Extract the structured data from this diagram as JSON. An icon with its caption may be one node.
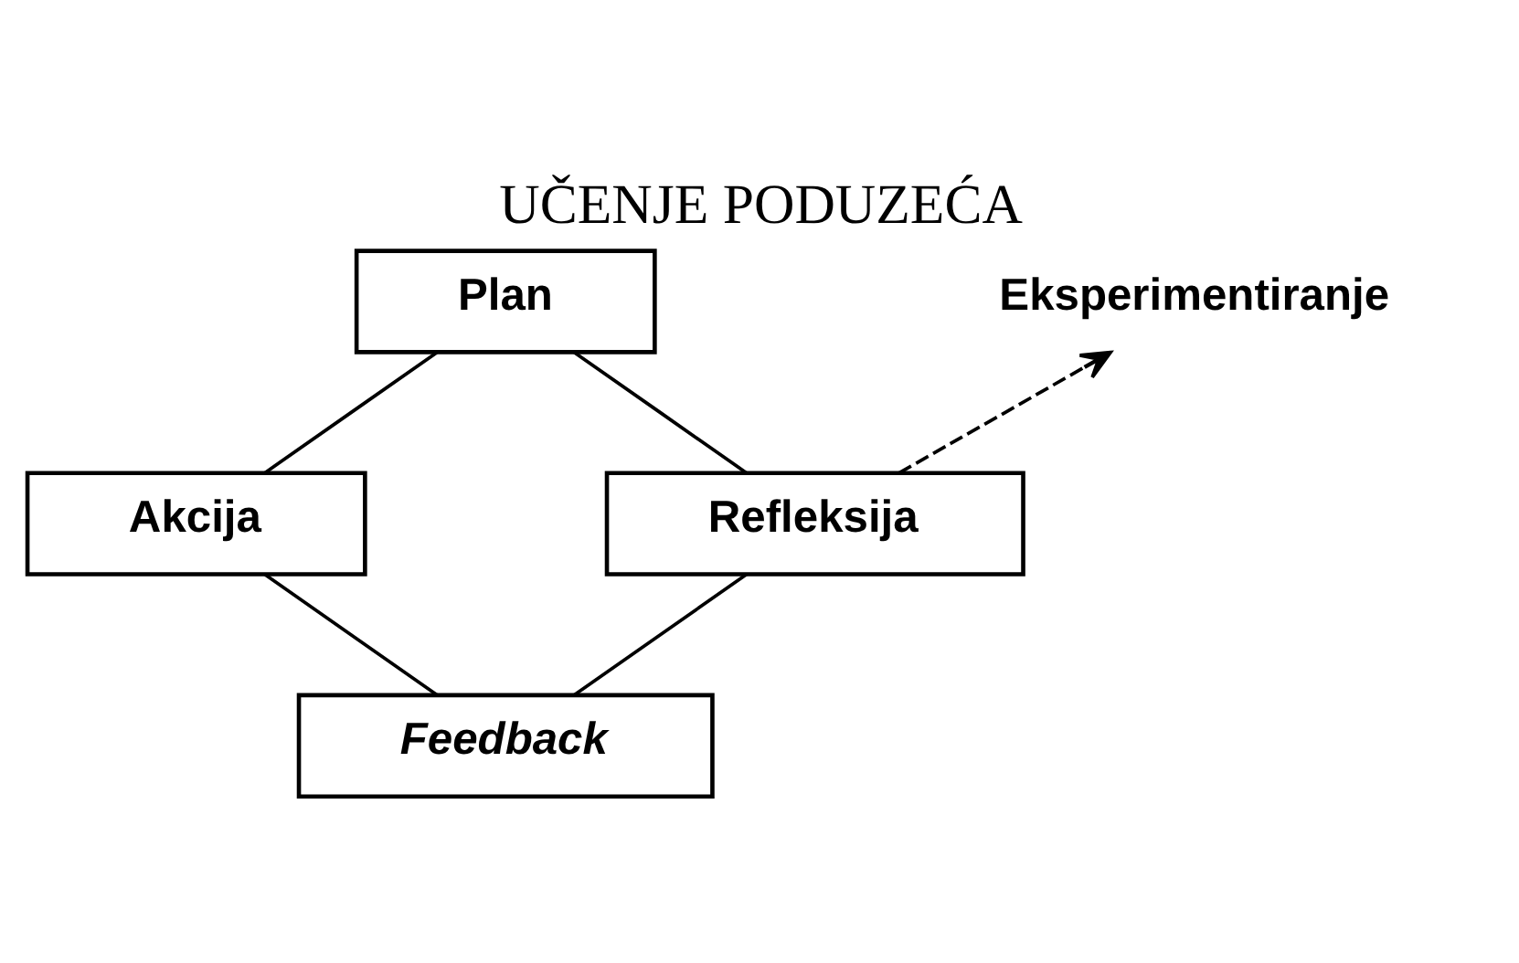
{
  "diagram": {
    "title": "UČENJE PODUZEĆA",
    "nodes": [
      {
        "text": [
          "Plan"
        ]
      },
      {
        "text": [
          "Akcija"
        ]
      },
      {
        "text": [
          "Feedback"
        ]
      },
      {
        "text": [
          "Refleksija"
        ]
      },
      {
        "text": [
          "Eksperimentiranje"
        ]
      }
    ],
    "edges": [
      {
        "from": 0,
        "to": 1,
        "arrow": "none"
      },
      {
        "from": 0,
        "to": 3,
        "arrow": "none"
      },
      {
        "from": 1,
        "to": 2,
        "arrow": "none"
      },
      {
        "from": 3,
        "to": 2,
        "arrow": "none"
      },
      {
        "from": 3,
        "to": 4,
        "arrow": "to",
        "style": "dashed"
      }
    ]
  }
}
